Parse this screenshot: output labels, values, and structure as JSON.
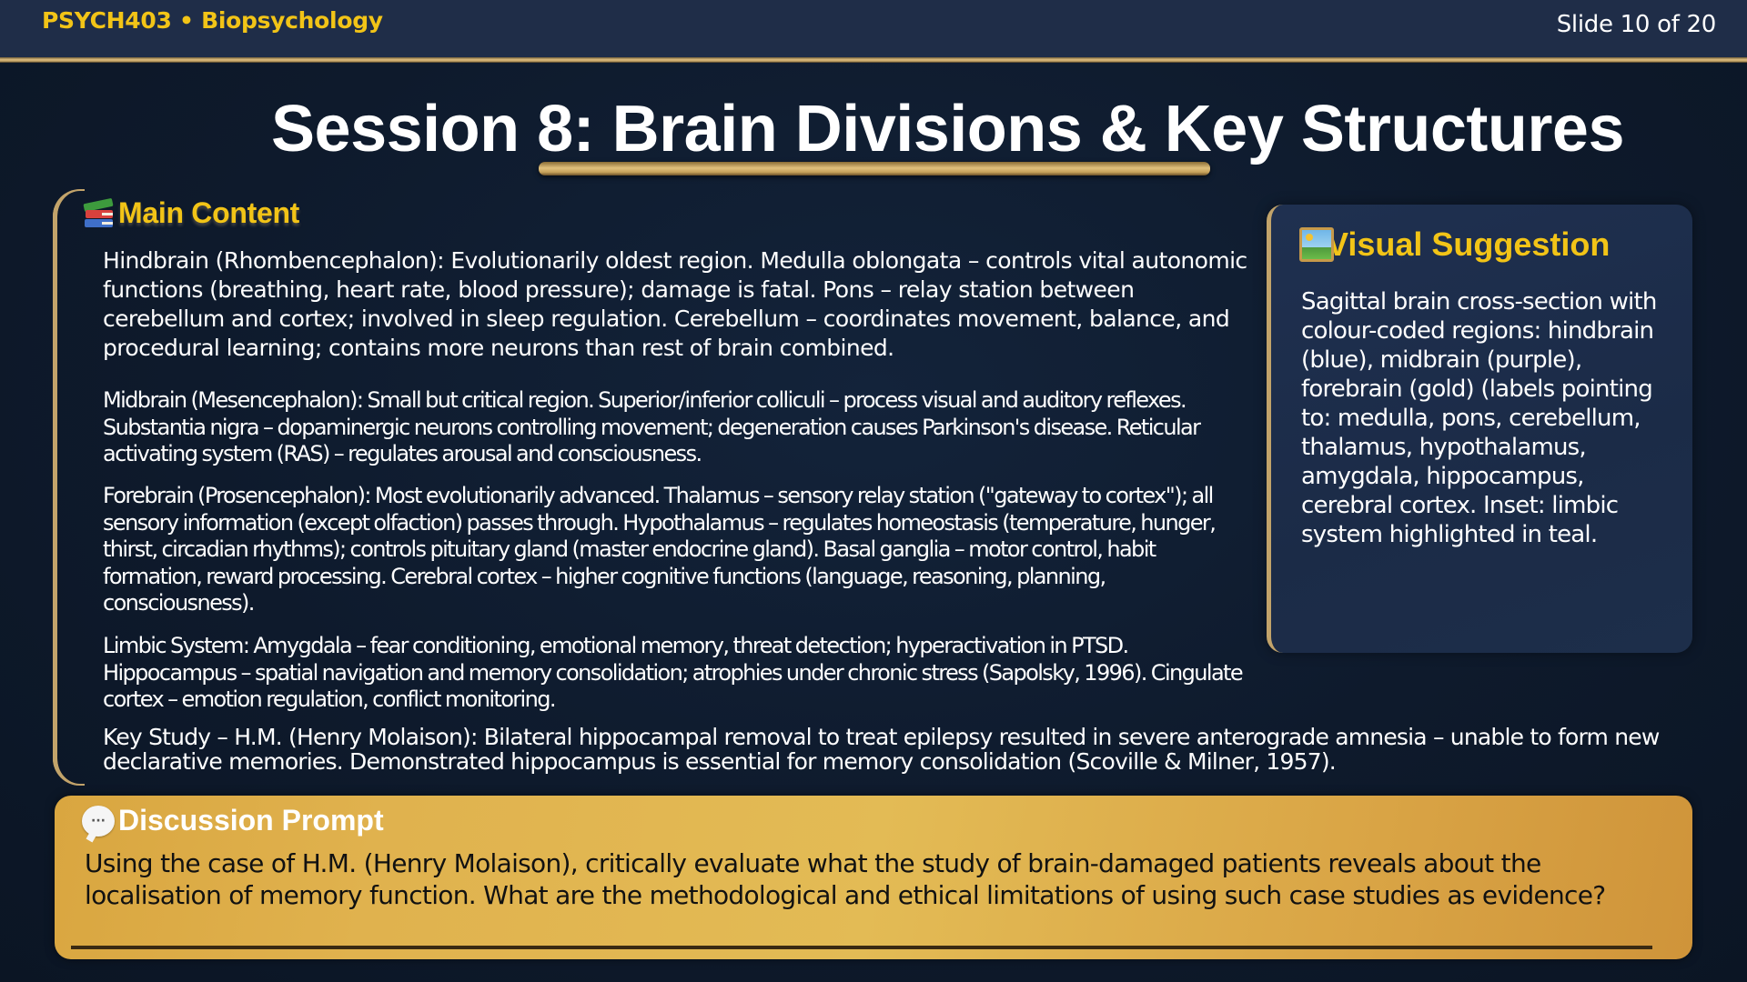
{
  "header": {
    "course_title": "PSYCH403 • Biopsychology",
    "slide_counter": "Slide 10 of 20"
  },
  "slide": {
    "title": "Session 8: Brain Divisions & Key Structures"
  },
  "main_content": {
    "icon": "books-icon",
    "heading": "Main Content",
    "paragraphs": {
      "hindbrain": "Hindbrain (Rhombencephalon): Evolutionarily oldest region. Medulla oblongata – controls vital autonomic functions (breathing, heart rate, blood pressure); damage is fatal. Pons – relay station between cerebellum and cortex; involved in sleep regulation. Cerebellum – coordinates movement, balance, and procedural learning; contains more neurons than rest of brain combined.",
      "midbrain": "Midbrain (Mesencephalon): Small but critical region. Superior/inferior colliculi – process visual and auditory reflexes. Substantia nigra – dopaminergic neurons controlling movement; degeneration causes Parkinson's disease. Reticular activating system (RAS) – regulates arousal and consciousness.",
      "forebrain": "Forebrain (Prosencephalon): Most evolutionarily advanced. Thalamus – sensory relay station (\"gateway to cortex\"); all sensory information (except olfaction) passes through. Hypothalamus – regulates homeostasis (temperature, hunger, thirst, circadian rhythms); controls pituitary gland (master endocrine gland). Basal ganglia – motor control, habit formation, reward processing. Cerebral cortex – higher cognitive functions (language, reasoning, planning, consciousness).",
      "limbic": "Limbic System: Amygdala – fear conditioning, emotional memory, threat detection; hyperactivation in PTSD. Hippocampus – spatial navigation and memory consolidation; atrophies under chronic stress (Sapolsky, 1996). Cingulate cortex – emotion regulation, conflict monitoring.",
      "key_study": "Key Study – H.M. (Henry Molaison): Bilateral hippocampal removal to treat epilepsy resulted in severe anterograde amnesia – unable to form new declarative memories. Demonstrated hippocampus is essential for memory consolidation (Scoville & Milner, 1957)."
    }
  },
  "visual_suggestion": {
    "icon": "framed-picture-icon",
    "heading": "Visual Suggestion",
    "text": "Sagittal brain cross-section with colour-coded regions: hindbrain (blue), midbrain (purple), forebrain (gold) (labels pointing to: medulla, pons, cerebellum, thalamus, hypothalamus, amygdala, hippocampus, cerebral cortex. Inset: limbic system highlighted in teal."
  },
  "discussion": {
    "icon": "speech-bubble-icon",
    "icon_glyph": "···",
    "heading": "Discussion Prompt",
    "text": "Using the case of H.M. (Henry Molaison), critically evaluate what the study of brain-damaged patients reveals about the localisation of memory function. What are the methodological and ethical limitations of using such case studies as evidence?"
  },
  "colors": {
    "header_bg": "#1f2d48",
    "accent_gold": "#f2c417",
    "border_gold": "#c2a36a",
    "body_bg": "#0e1a2c",
    "panel_bg": "#1d2e4a",
    "discussion_bg": "#e0b24e"
  }
}
